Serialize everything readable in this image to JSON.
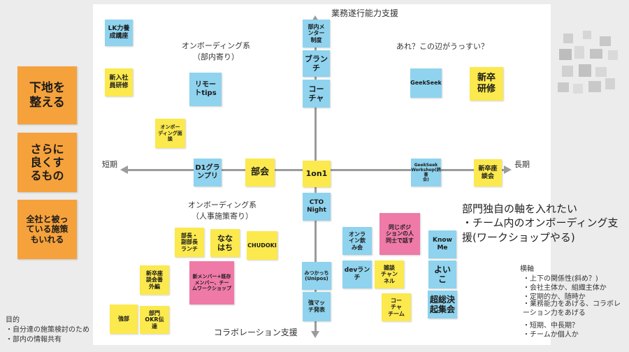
{
  "axes": {
    "top": "業務遂行能力支援",
    "bottom": "コラボレーション支援",
    "left": "短期",
    "right": "長期"
  },
  "labels": {
    "onboarding_dept": "オンボーディング系\n（部内寄り）",
    "onboarding_hr": "オンボーディング系\n（人事施策寄り）",
    "thin_area": "あれ？この辺がうっすい？"
  },
  "side_notes": [
    "下地を\n整える",
    "さらに\n良くす\nるもの",
    "全社と被っ\nている施策\nもいれる"
  ],
  "notes": [
    {
      "id": "lk",
      "text": "LK力養\n成講座",
      "color": "blue"
    },
    {
      "id": "newhire",
      "text": "新入社\n員研修",
      "color": "yellow"
    },
    {
      "id": "remote",
      "text": "リモー\nトtips",
      "color": "blue"
    },
    {
      "id": "onb_interview",
      "text": "オンボー\nディング面\n談",
      "color": "yellow"
    },
    {
      "id": "mentor",
      "text": "部内メ\nンター\n制度",
      "color": "blue"
    },
    {
      "id": "branch",
      "text": "ブラン\nチ",
      "color": "blue"
    },
    {
      "id": "coach",
      "text": "コー\nチャ",
      "color": "blue"
    },
    {
      "id": "geekseek",
      "text": "GeekSeek",
      "color": "blue"
    },
    {
      "id": "shinsotsu",
      "text": "新卒\n研修",
      "color": "yellow"
    },
    {
      "id": "d1",
      "text": "D1グラ\nンプリ",
      "color": "blue"
    },
    {
      "id": "bukai",
      "text": "部会",
      "color": "yellow"
    },
    {
      "id": "oneonone",
      "text": "1on1",
      "color": "yellow"
    },
    {
      "id": "gs_workshop",
      "text": "GeekSeek\nWorkshop(読書\n会)",
      "color": "blue"
    },
    {
      "id": "shinsotsu_dan",
      "text": "新卒座\n談会",
      "color": "yellow"
    },
    {
      "id": "cto",
      "text": "CTO\nNight",
      "color": "blue"
    },
    {
      "id": "buchou",
      "text": "部長・\n副部長\nランチ",
      "color": "yellow"
    },
    {
      "id": "nanahachi",
      "text": "なな\nはち",
      "color": "yellow"
    },
    {
      "id": "chudoki",
      "text": "CHUDOKI",
      "color": "yellow"
    },
    {
      "id": "online",
      "text": "オンラ\nイン飲\nみ会",
      "color": "blue"
    },
    {
      "id": "same_pos",
      "text": "同じポジ\nションの人\n同士で話す",
      "color": "pink"
    },
    {
      "id": "knowme",
      "text": "Know\nMe",
      "color": "blue"
    },
    {
      "id": "shinsotsu_sen",
      "text": "新卒座\n談会番\n外編",
      "color": "yellow"
    },
    {
      "id": "new_member",
      "text": "新メンバー+既存\nメンバー、チー\nムワークショップ",
      "color": "pink"
    },
    {
      "id": "mitsukatchi",
      "text": "みつかっち\n(Unipos)",
      "color": "blue"
    },
    {
      "id": "devlunch",
      "text": "devラン\nチ",
      "color": "blue"
    },
    {
      "id": "zatsudan",
      "text": "雑談\nチャン\nネル",
      "color": "yellow"
    },
    {
      "id": "yoiko",
      "text": "よい\nこ",
      "color": "blue"
    },
    {
      "id": "kyoubu",
      "text": "強部",
      "color": "blue"
    },
    {
      "id": "bumon_okr",
      "text": "部門\nOKR伝\n達",
      "color": "yellow"
    },
    {
      "id": "kyomatch",
      "text": "強マッ\nチ発表",
      "color": "yellow"
    },
    {
      "id": "coach_team",
      "text": "コー\nチャ\nチーム",
      "color": "blue"
    },
    {
      "id": "chosoketsu",
      "text": "超総決\n起集会",
      "color": "yellow"
    }
  ],
  "big_text": "部門独自の軸を入れたい\n・チーム内のオンボーディング支援(ワークショップやる)",
  "yoko": {
    "title": "横軸",
    "items": [
      "・上下の関係性(斜め？)",
      "・会社主体か、組織主体か",
      "・定期的か、随時か",
      "・業務能力をあげる、コラボレーション力をあげる",
      "・短期、中長期？",
      "・チームか個人か"
    ]
  },
  "purpose": {
    "title": "目的",
    "items": [
      "・自分達の施策検討のため",
      "・部内の情報共有"
    ]
  },
  "colors": {
    "blue": "#8fd3ee",
    "yellow": "#fbe94e",
    "pink": "#ef7aa7",
    "orange": "#f6a23c",
    "axis": "#9b9b9b"
  }
}
